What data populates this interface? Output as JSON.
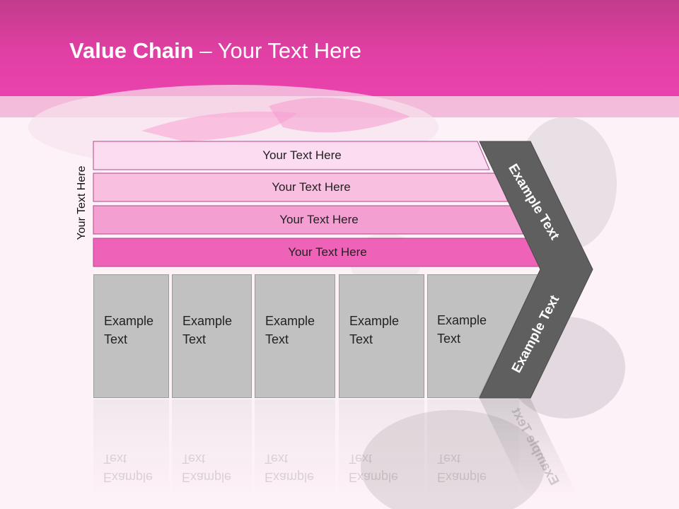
{
  "slide": {
    "title_bold": "Value Chain",
    "title_rest": " – Your Text Here",
    "side_label": "Your Text Here"
  },
  "bands": [
    {
      "label": "Your Text Here",
      "color": "#fcdcf0"
    },
    {
      "label": "Your Text Here",
      "color": "#f8bfe0"
    },
    {
      "label": "Your Text Here",
      "color": "#f39fd2"
    },
    {
      "label": "Your Text Here",
      "color": "#ee63b7"
    }
  ],
  "boxes": [
    {
      "line1": "Example",
      "line2": "Text"
    },
    {
      "line1": "Example",
      "line2": "Text"
    },
    {
      "line1": "Example",
      "line2": "Text"
    },
    {
      "line1": "Example",
      "line2": "Text"
    },
    {
      "line1": "Example",
      "line2": "Text"
    }
  ],
  "arrow": {
    "upper_label": "Example Text",
    "lower_label": "Example Text",
    "color": "#5f5f5f"
  },
  "colors": {
    "header": "#e13fa4",
    "box": "#c1c1c1"
  }
}
